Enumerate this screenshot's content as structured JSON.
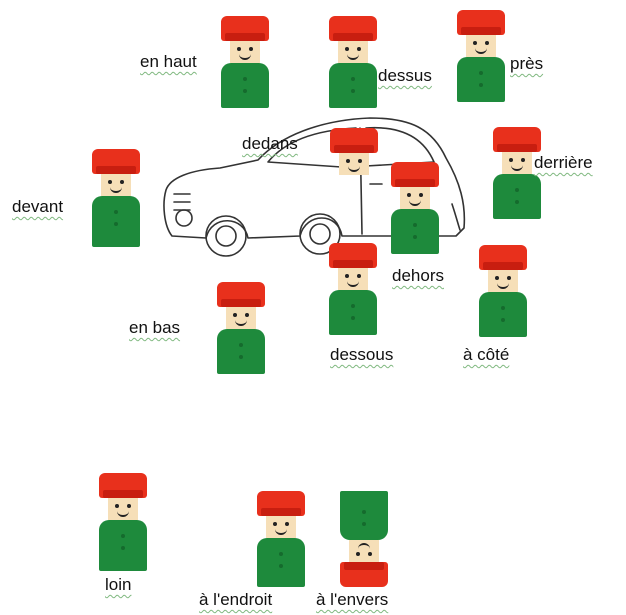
{
  "labels": {
    "en_haut": "en haut",
    "dessus": "dessus",
    "pres": "près",
    "dedans": "dedans",
    "derriere": "derrière",
    "devant": "devant",
    "dehors": "dehors",
    "en_bas": "en bas",
    "dessous": "dessous",
    "a_cote": "à côté",
    "loin": "loin",
    "a_lendroit": "à l'endroit",
    "a_lenvers": "à l'envers"
  },
  "colors": {
    "cap": "#e8301c",
    "body": "#1e8a3c",
    "face": "#f6dfb8",
    "car_outline": "#333333"
  },
  "icons": {
    "figure": "toy-figure-icon",
    "car": "car-icon"
  }
}
